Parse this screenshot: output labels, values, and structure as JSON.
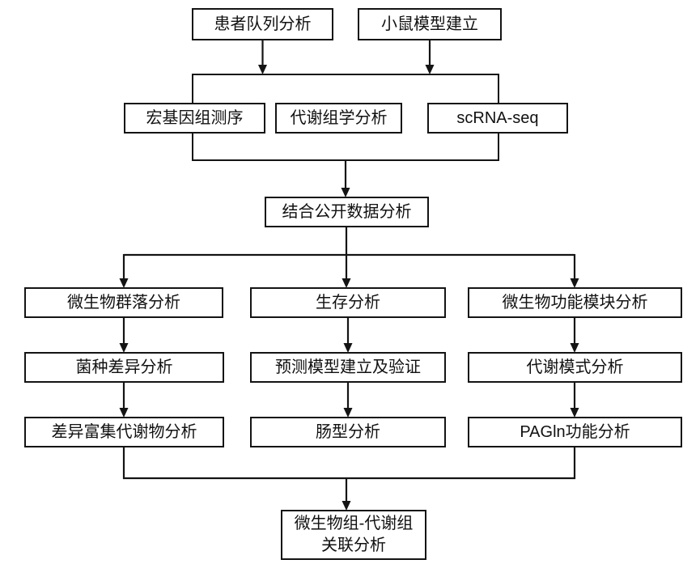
{
  "diagram": {
    "type": "flowchart",
    "background_color": "#ffffff",
    "stroke_color": "#141414",
    "text_color": "#111111",
    "nodes": {
      "patient_cohort": {
        "label": "患者队列分析"
      },
      "mouse_model": {
        "label": "小鼠模型建立"
      },
      "metagenomic_sequencing": {
        "label": "宏基因组测序"
      },
      "metabolomics_analysis": {
        "label": "代谢组学分析"
      },
      "scrna_seq": {
        "label": "scRNA-seq"
      },
      "public_data_analysis": {
        "label": "结合公开数据分析"
      },
      "microbial_community_analysis": {
        "label": "微生物群落分析"
      },
      "survival_analysis": {
        "label": "生存分析"
      },
      "microbial_functional_module_analysis": {
        "label": "微生物功能模块分析"
      },
      "species_difference_analysis": {
        "label": "菌种差异分析"
      },
      "prediction_model_validation": {
        "label": "预测模型建立及验证"
      },
      "metabolic_pattern_analysis": {
        "label": "代谢模式分析"
      },
      "differential_metabolite_analysis": {
        "label": "差异富集代谢物分析"
      },
      "enterotype_analysis": {
        "label": "肠型分析"
      },
      "pagln_function_analysis": {
        "label": "PAGln功能分析"
      },
      "association_analysis": {
        "line1": "微生物组-代谢组",
        "line2": "关联分析"
      }
    },
    "edges": [
      {
        "from": "patient_cohort",
        "to": "omics_panel"
      },
      {
        "from": "mouse_model",
        "to": "omics_panel"
      },
      {
        "from": "omics_panel",
        "to": "public_data_analysis"
      },
      {
        "from": "public_data_analysis",
        "to": "microbial_community_analysis"
      },
      {
        "from": "public_data_analysis",
        "to": "survival_analysis"
      },
      {
        "from": "public_data_analysis",
        "to": "microbial_functional_module_analysis"
      },
      {
        "from": "microbial_community_analysis",
        "to": "species_difference_analysis"
      },
      {
        "from": "survival_analysis",
        "to": "prediction_model_validation"
      },
      {
        "from": "microbial_functional_module_analysis",
        "to": "metabolic_pattern_analysis"
      },
      {
        "from": "species_difference_analysis",
        "to": "differential_metabolite_analysis"
      },
      {
        "from": "prediction_model_validation",
        "to": "enterotype_analysis"
      },
      {
        "from": "metabolic_pattern_analysis",
        "to": "pagln_function_analysis"
      },
      {
        "from": "differential_metabolite_analysis",
        "to": "association_analysis"
      },
      {
        "from": "pagln_function_analysis",
        "to": "association_analysis"
      }
    ]
  }
}
